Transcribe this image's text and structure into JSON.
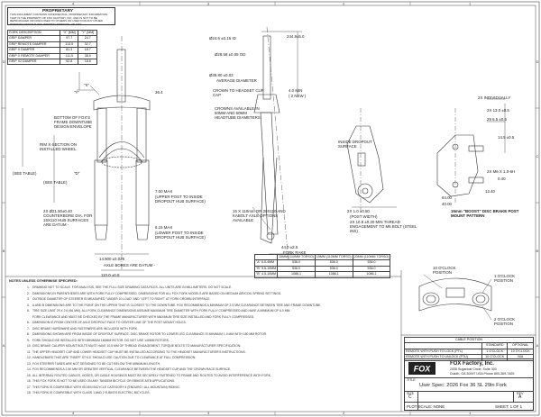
{
  "header": {
    "proprietary": "PROPRIETARY",
    "confidential": "THIS DOCUMENT CONTAINS CONFIDENTIAL, PROPRIETARY INFORMATION THAT IS THE PROPERTY OF FOX FACTORY, INC. AND IS NOT TO BE REPRODUCED OR DISCLOSED TO OTHERS OR USED FOR ANY OTHER PURPOSE WITHOUT THE WRITTEN APPROVAL OF FOX."
  },
  "fork_table": {
    "headers": [
      "FORK DESCRIPTION",
      "\"X\" [MM]",
      "\"Y\" [MM]"
    ],
    "rows": [
      [
        "GRIP DAMPER",
        "97.7",
        "24.7"
      ],
      [
        "GRIP REMOTE DAMPER",
        "113.5",
        "32.7"
      ],
      [
        "GRIP X DAMPER",
        "81.3",
        "18.7"
      ],
      [
        "GRIP X REMOTE DAMPER",
        "111.5",
        "38.9"
      ],
      [
        "GRIP X2 DAMPER",
        "92.8",
        "18.8"
      ]
    ]
  },
  "dimensions": {
    "crown_steerer_top": "Ø24.6 ±0.15 ID",
    "steerer_len": "244.9±5.0",
    "steerer_od": "Ø28.58 ±0.05 OD",
    "crown_race": "Ø39.80 ±0.03",
    "average_diameter": "AVERAGE DIAMETER",
    "crown_race_note": "CROWN TO HEADSET CUP CAP",
    "clearance_4": "4.0 MIN",
    "clearance_4_sub": "( 2 NEW )",
    "crowns": "CROWNS AVAILABLE IN 50MM AND 60MM HEADTUBE DIAMETERS",
    "dim_36": "36.4",
    "bottom_of_fox": "BOTTOM OF FOX'S FRAME DOWNTUBE DESIGN ENVELOPE",
    "rim_x": "RIM X-SECTION ON INSTALLED WHEEL",
    "see_table": "(SEE TABLE)",
    "dim_d": "\"D\"",
    "dim_x": "\"X\"",
    "dim_y": "\"Y\"",
    "s7": "7.00 MAX",
    "s7_note": "(UPPER POST TO INSIDE DROPOUT HUB SURFACE)",
    "counterbore": "2X Ø21.50±0.40 COUNTERBORE DIA. FOR 15X110 HUB SURFACES ARE DATUM -",
    "s615": "6.15 MAX",
    "s615_note": "(LOWER POST TO INSIDE DROPOUT HUB SURFACE)",
    "axle_bores": "14.900 ±0.025",
    "axle_bores_note": "AXLE BORES ARE DATUM -",
    "a110": "110.0 ±0.8",
    "axle": "15 X 110mm OR 20X110 AND KABOLT AXLE OPTIONS AVAILABLE",
    "fork_rake": "44.0 ±2.5",
    "fork_rake_label": "FORK RAKE",
    "post_mount": "2X 10.5 ±0.30 MIN THREAD ENGAGEMENT TO M6 BOLT (STEEL INS)",
    "post_width": "2X 1.0 ±0.50",
    "post_width_label": "(POST WIDTH)",
    "inside_dropout": "INSIDE DROPOUT SURFACE",
    "ind": "2X INDIVIDUALLY",
    "d130": "2X 13.0 ±0.5",
    "d295": "29 6.5 ±0.5",
    "d145": "14.5 ±0.5",
    "m6": "2X M6 X 1.0-6H",
    "m6_tol": "0.40",
    "dim_64": "64.00",
    "dim_40": "40.00",
    "dim_124": "12.40",
    "boost": "15mm \"BOOST\" DISC BRAKE POST MOUNT PATTERN",
    "clock10": "10 O'CLOCK POSITION",
    "clock12": "1 O'CLOCK POSITION",
    "clock2": "2 O'CLOCK POSITION"
  },
  "axle_table": {
    "headers": [
      "",
      "15MM\n(110MM TORSO)",
      "15MM\n(110MM TORSO)",
      "20MM\n(110MM TORSO)"
    ],
    "rows": [
      [
        "\"A\" 6.5-4MM",
        "536.0",
        "536.0",
        "536.0"
      ],
      [
        "\"B\" 9.5-10MM",
        "536.0",
        "536.0",
        "536.0"
      ],
      [
        "\"B\" 4.5-10MM",
        "1086.1",
        "1086.1",
        "1086.1"
      ]
    ]
  },
  "cable_table": {
    "title": "CABLE POSITION",
    "headers": [
      "",
      "STANDARD",
      "OPTIONAL"
    ],
    "rows": [
      [
        "REMOTE WITH PUSH TO LOCK (PTL)",
        "1 O'CLOCK",
        "10 O'CLOCK"
      ],
      [
        "REMOTE WITH PUSH TO UNLOCK (PTU)",
        "10 O'CLOCK",
        "N/A"
      ]
    ]
  },
  "notes": {
    "title": "NOTES UNLESS OTHERWISE SPECIFIED:",
    "items": [
      "DRAWING NOT TO SCALE. FOR ANALYSIS, SEE THE FULL SIZE DRAWING DATA FILES. ALL UNITS ARE IN MILLIMETERS. DO NOT SCALE.",
      "DIMENSIONS IN PARENTHESES ARE WITH FORK FULLY COMPRESSED. DIMENSIONS FOR ALL FOX FORK MODELS ARE BASED ON MEDIUM AIR/COIL SPRING SETTINGS.",
      "OUTSIDE DIAMETER OF STEERER IS MEASURED \"UNDER 10 LOAD\" AND \"LEFT TO RIGHT\" AT FORK CROWN INTERFACE.",
      "A AND B DIMENSIONS ARE TO THE POINT ON THE UPPER THAT IS CLOSEST TO THE DOWNTUBE. FOX RECOMMENDS A MINIMUM OF 2.5 MM CLEARANCE BETWEEN TIRE AND FRAME DOWNTUBE.",
      "TIRE SIZE LIMIT 29 X 2.6 (66 MM). ALL FORK CLEARANCE DIMENSIONS ASSUME MAXIMUM TIRE DIAMETER WITH FORK FULLY COMPRESSED AND HAVE A MINIMUM OF 6.0 MM.",
      "FORK CLEARANCE AND MUST BE CHECKED BY THE FRAME MANUFACTURER WITH MAXIMUM TIRE SIZE INSTALLED AND FORK FULLY COMPRESSED.",
      "DIMENSION IS FROM CENTER OF AXLE DROPOUT FACE TO CENTER LINE OF THE POST MOUNT HOLES.",
      "DISC BRAKE HARDWARE AND FASTENERS ARE INCLUDED WITH FORK.",
      "DIMENSIONS SHOWN ARE FROM INSIDE OF DROPOUT SURFACE. DISC BRAKE ROTOR TO LOWER LEG CLEARANCE IS MINIMUM 1.0 MM WITH 180 MM ROTOR.",
      "FORK SHOULD BE INSTALLED WITH MINIMUM 160MM ROTOR. DO NOT USE 140MM ROTORS.",
      "DISC BRAKE CALIPER MOUNT BOLTS MUST HAVE 10.5 MM OF THREAD ENGAGEMENT. TORQUE BOLTS TO MANUFACTURER SPECIFICATION.",
      "THE UPPER HEADSET CUP AND LOWER HEADSET CUP MUST BE INSTALLED ACCORDING TO THE HEADSET MANUFACTURER'S INSTRUCTIONS.",
      "HANDLEBARS THAT ARE \"RISER\" STYLE SHOULD USE CAUTION DUE TO CLEARANCE AT FULL COMPRESSION.",
      "FOX STEERER TUBES ARE NOT DESIGNED TO BE CUT BELOW THE MINIMUM LENGTH.",
      "FOX RECOMMENDS A 2.50 MM OR GREATER VERTICAL CLEARANCE BETWEEN THE HEADSET CUP AND THE CROWN RACE SURFACE.",
      "ALL INTERNAL ROUTED CABLES, HOSES, OR CABLE HOUSINGS MUST BE SECURELY FASTENED TO FRAME AND ROUTED TO AVOID INTERFERENCE WITH FORK.",
      "THIS FOX FORK IS NOT TO BE USED ON ANY TANDEM BICYCLE OR EBIKE/E-MTB APPLICATIONS.",
      "THIS FORK IS COMPATIBLE WITH ISO/EN BICYCLE CATEGORY 4 (ENDURO / ALL MOUNTAIN) RIDING.",
      "THIS FORK IS COMPATIBLE WITH CLASS 1 AND 2 E-BIKES ELECTRIC BICYCLES."
    ]
  },
  "title_block": {
    "company": "FOX Factory, Inc.",
    "address1": "2055 Sugarloaf Circle, Suite 300",
    "address2": "Duluth, GA 30097 USA Phone 800-369-7469",
    "title_label": "TITLE",
    "title": "User Spec: 2026 Fox 36 SL 29in Fork",
    "plot_label": "PLOT SCALE: NONE",
    "size_label": "SIZE",
    "size": "C",
    "rev_label": "REV",
    "rev": "A",
    "sheet": "SHEET: 1 OF 1"
  },
  "colors": {
    "line": "#333333",
    "paper": "#ffffff",
    "text": "#222222"
  }
}
